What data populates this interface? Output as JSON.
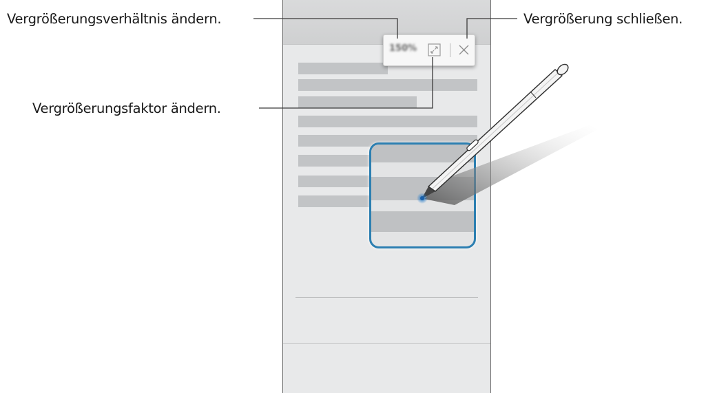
{
  "callouts": {
    "zoom_ratio": "Vergrößerungsverhältnis ändern.",
    "zoom_factor": "Vergrößerungsfaktor ändern.",
    "close": "Vergrößerung schließen."
  },
  "toolbar": {
    "zoom_ratio_value": "150%",
    "resize_icon": "resize-arrows-icon",
    "close_icon": "close-x-icon"
  },
  "colors": {
    "magnifier_border": "#2c7fb1",
    "pen_tip_glow": "#1f78c8",
    "leader_line": "#3a3a3a"
  }
}
